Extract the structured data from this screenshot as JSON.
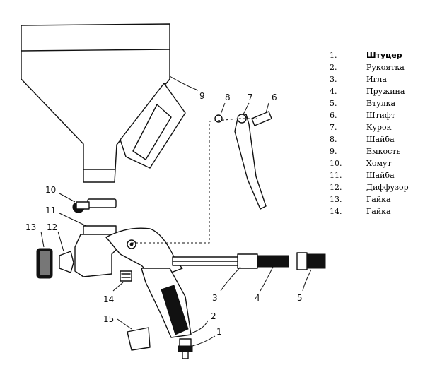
{
  "legend": {
    "items": [
      {
        "num": "1.",
        "label": "Штуцер"
      },
      {
        "num": "2.",
        "label": "Рукоятка"
      },
      {
        "num": "3.",
        "label": "Игла"
      },
      {
        "num": "4.",
        "label": "Пружина"
      },
      {
        "num": "5.",
        "label": "Втулка"
      },
      {
        "num": "6.",
        "label": "Штифт"
      },
      {
        "num": "7.",
        "label": "Курок"
      },
      {
        "num": "8.",
        "label": "Шайба"
      },
      {
        "num": "9.",
        "label": "Емкость"
      },
      {
        "num": "10.",
        "label": "Хомут"
      },
      {
        "num": "11.",
        "label": "Шайба"
      },
      {
        "num": "12.",
        "label": "Диффузор"
      },
      {
        "num": "13.",
        "label": "Гайка"
      },
      {
        "num": "14.",
        "label": "Гайка"
      }
    ]
  },
  "callouts": [
    "1",
    "2",
    "3",
    "4",
    "5",
    "6",
    "7",
    "8",
    "9",
    "10",
    "11",
    "12",
    "13",
    "14",
    "15"
  ]
}
